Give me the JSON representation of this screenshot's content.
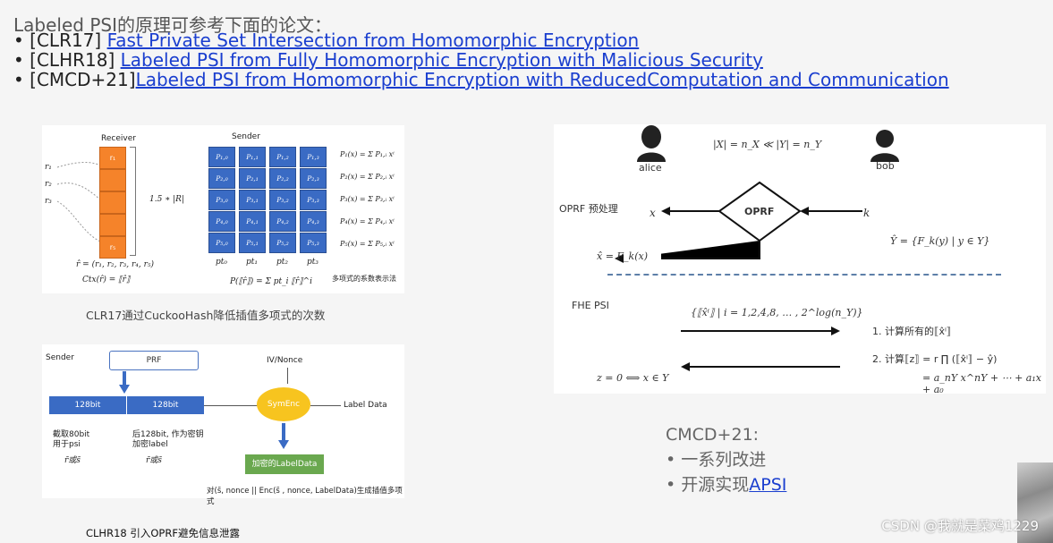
{
  "header": {
    "title": "Labeled PSI的原理可参考下面的论文：",
    "refs": [
      {
        "prefix": "• [CLR17] ",
        "link": "Fast Private Set Intersection from Homomorphic Encryption"
      },
      {
        "prefix": "• [CLHR18] ",
        "link": "Labeled PSI from Fully Homomorphic Encryption with Malicious Security"
      },
      {
        "prefix": "• [CMCD+21]",
        "link": "Labeled PSI from Homomorphic Encryption with ReducedComputation and Communication"
      }
    ]
  },
  "fig1": {
    "receiver": "Receiver",
    "sender": "Sender",
    "r_labels": [
      "r₁",
      "r₂",
      "r₃"
    ],
    "bins": [
      "r₁",
      "",
      "",
      "",
      "r₅"
    ],
    "brace": "1.5 ∗ |R|",
    "rhat": "r̂ = (r₁, r₂, r₃, r₄, r₅)",
    "ctx": "Ctx(r̂) = ⟦r̂⟧",
    "pt_labels": [
      "pt₀",
      "pt₁",
      "pt₂",
      "pt₃"
    ],
    "p_formula": "P(⟦r̂⟧) = Σ pt_i ⟦r̂⟧^i",
    "polys": [
      "P₁(x) = Σ P₁,ᵢ xⁱ",
      "P₂(x) = Σ P₂,ᵢ xⁱ",
      "P₃(x) = Σ P₃,ᵢ xⁱ",
      "P₄(x) = Σ P₄,ᵢ xⁱ",
      "P₅(x) = Σ P₅,ᵢ xⁱ"
    ],
    "coef_note": "多项式的系数表示法",
    "caption": "CLR17通过CuckooHash降低插值多项式的次数",
    "grid": [
      [
        "P₁,₀",
        "P₁,₁",
        "P₁,₂",
        "P₁,₃"
      ],
      [
        "P₂,₀",
        "P₂,₁",
        "P₂,₂",
        "P₂,₃"
      ],
      [
        "P₃,₀",
        "P₃,₁",
        "P₃,₂",
        "P₃,₃"
      ],
      [
        "P₄,₀",
        "P₄,₁",
        "P₄,₂",
        "P₄,₃"
      ],
      [
        "P₅,₀",
        "P₅,₁",
        "P₅,₂",
        "P₅,₃"
      ]
    ]
  },
  "fig2": {
    "sender": "Sender",
    "prf": "PRF",
    "iv": "IV/Nonce",
    "bit1": "128bit",
    "bit2": "128bit",
    "symenc": "SymEnc",
    "label_data": "Label Data",
    "note1": "截取80bit\n用于psi",
    "note1_sub": "r̃或s̃",
    "note2": "后128bit, 作为密钥\n加密label",
    "note2_sub": "r̃或s̃",
    "enc_label": "加密的LabelData",
    "bottom_note": "对(s̃, nonce || Enc(s̃ , nonce, LabelData)生成插值多项式",
    "caption": "CLHR18 引入OPRF避免信息泄露"
  },
  "fig3": {
    "alice": "alice",
    "bob": "bob",
    "size_eq": "|X| = n_X ≪ |Y| = n_Y",
    "oprf_pre": "OPRF 预处理",
    "oprf": "OPRF",
    "x": "x",
    "k": "k",
    "xhat": "x̂ = F_k(x)",
    "yhat": "Ŷ = {F_k(y) | y ∈ Y}",
    "fhe": "FHE PSI",
    "enc_set": "{⟦x̂ⁱ⟧ | i = 1,2,4,8, … , 2^log(n_Y)}",
    "step1": "1. 计算所有的⟦x̂ⁱ⟧",
    "step2": "2. 计算⟦z⟧ = r ∏ (⟦x̂ⁱ⟧ − ŷ)",
    "step2b": "= a_nY x^nY + ⋯ + a₁x + a₀",
    "z_eq": "z = 0 ⟺ x ∈ Y"
  },
  "cmcd": {
    "title": "CMCD+21:",
    "bullet1": "• 一系列改进",
    "bullet2_prefix": "• 开源实现",
    "bullet2_link": "APSI"
  },
  "watermark": "CSDN @我就是菜鸡1229",
  "colors": {
    "orange": "#f5832a",
    "blue": "#3a6bc4",
    "green": "#6aa84f",
    "yellow": "#f7c41f",
    "link": "#1a3ecf"
  }
}
